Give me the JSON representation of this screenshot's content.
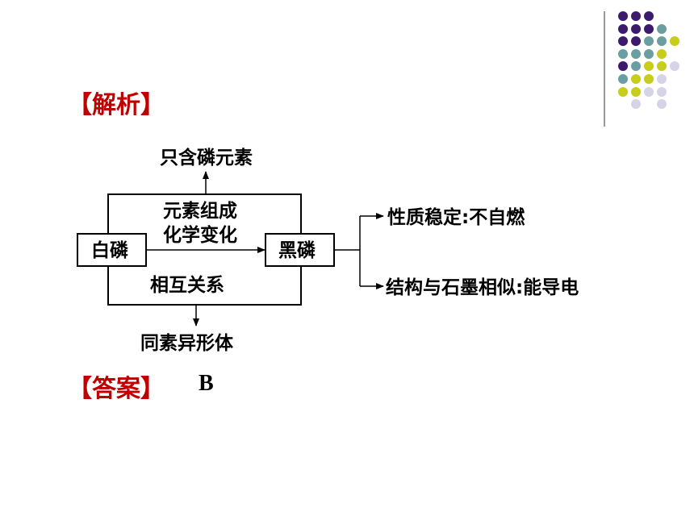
{
  "slide": {
    "analysis_heading": "【解析】",
    "answer_heading": "【答案】",
    "answer_value": "B"
  },
  "diagram": {
    "contains_only": "只含磷元素",
    "composition_line1": "元素组成",
    "composition_line2": "化学变化",
    "white_phosphorus": "白磷",
    "black_phosphorus": "黑磷",
    "relationship": "相互关系",
    "allotropes": "同素异形体",
    "property_stable": "性质稳定:不自燃",
    "structure_graphite": "结构与石墨相似:能导电"
  },
  "decoration": {
    "colors": {
      "purple": "#3d1a6e",
      "teal": "#6b9ea0",
      "yellow": "#c8cc1a",
      "lavender": "#d4d4e6"
    }
  }
}
